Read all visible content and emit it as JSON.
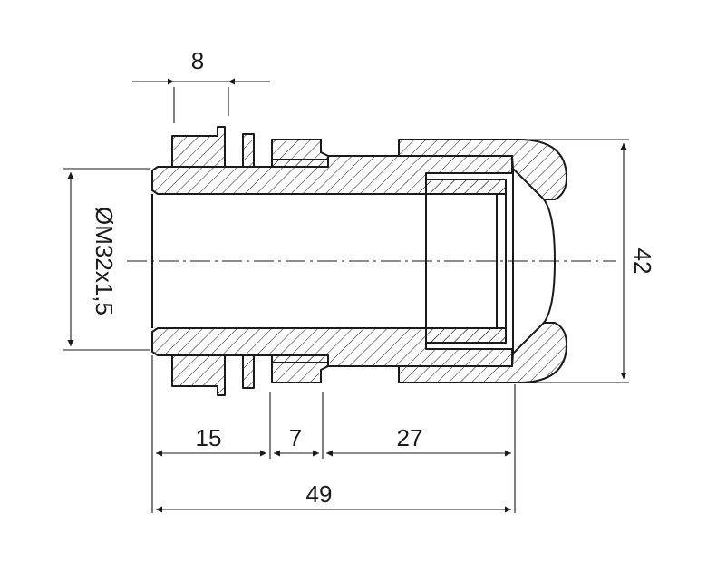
{
  "drawing": {
    "title": "",
    "dimensions": {
      "top_width": "8",
      "thread": "ØM32x1,5",
      "overall_diameter": "42",
      "thread_length": "15",
      "collar_length": "7",
      "body_length": "27",
      "total_length": "49"
    }
  }
}
